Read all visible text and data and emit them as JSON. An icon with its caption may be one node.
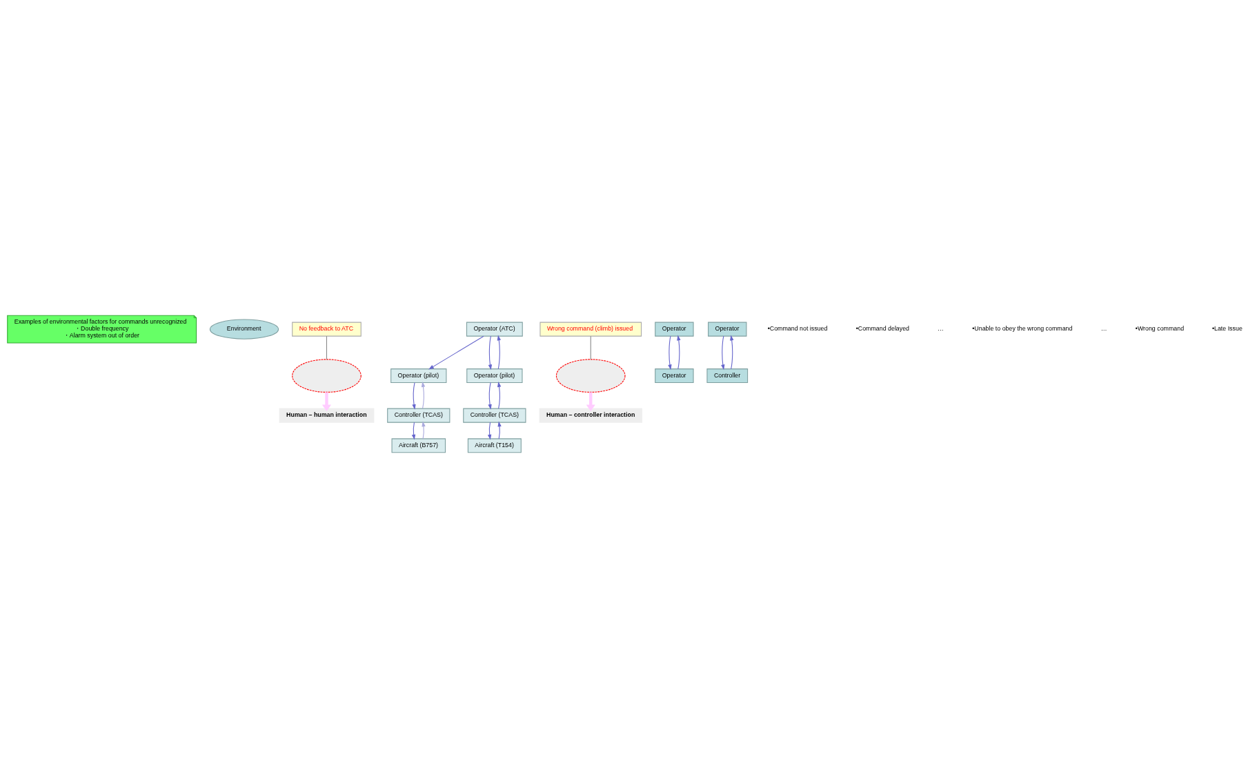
{
  "diagram": {
    "nodes": [
      {
        "text": [
          "Examples of environmental factors for commands unrecognized",
          "・Double frequency",
          "・Alarm system out of order"
        ]
      },
      {
        "text": [
          "Environment"
        ]
      },
      {
        "text": [
          "No feedback to ATC"
        ]
      },
      {
        "text": [],
        "shape": "ellipse"
      },
      {
        "text": [
          "Operator (ATC)"
        ]
      },
      {
        "text": [
          "Operator (pilot)"
        ]
      },
      {
        "text": [
          "Operator (pilot)"
        ]
      },
      {
        "text": [],
        "shape": "ellipse"
      },
      {
        "text": [
          "Controller (TCAS)"
        ]
      },
      {
        "text": [
          "Controller (TCAS)"
        ]
      },
      {
        "text": [
          "Aircraft (B757)"
        ]
      },
      {
        "text": [
          "Aircraft (T154)"
        ]
      },
      {
        "text": [
          "Wrong command (climb) issued"
        ]
      },
      {
        "text": [
          "Human – human interaction"
        ]
      },
      {
        "text": [
          "Operator"
        ]
      },
      {
        "text": [
          "Operator"
        ]
      },
      {
        "text": [
          "Human – controller interaction"
        ]
      },
      {
        "text": [
          "Operator"
        ]
      },
      {
        "text": [
          "Controller"
        ]
      }
    ],
    "edges": [
      {
        "from": 4,
        "to": 5,
        "arrow": "to"
      },
      {
        "from": 4,
        "to": 6,
        "arrow": "to"
      },
      {
        "from": 6,
        "to": 4,
        "arrow": "to"
      },
      {
        "from": 9,
        "to": 6,
        "arrow": "to"
      },
      {
        "from": 11,
        "to": 9,
        "arrow": "to"
      },
      {
        "from": 5,
        "to": 8,
        "arrow": "to"
      },
      {
        "from": 8,
        "to": 10,
        "arrow": "to"
      },
      {
        "from": 6,
        "to": 9,
        "arrow": "to"
      },
      {
        "from": 9,
        "to": 11,
        "arrow": "to"
      },
      {
        "from": 8,
        "to": 5,
        "arrow": "to",
        "color": "#aaaadd"
      },
      {
        "from": 10,
        "to": 8,
        "arrow": "to",
        "color": "#aaaadd"
      },
      {
        "from": 14,
        "to": 15,
        "arrow": "to"
      },
      {
        "from": 15,
        "to": 14,
        "arrow": "to"
      },
      {
        "from": 17,
        "to": 18,
        "arrow": "to"
      },
      {
        "from": 18,
        "to": 17,
        "arrow": "to"
      },
      {
        "from": 2,
        "to": 3,
        "arrow": "none",
        "color": "#888888"
      },
      {
        "from": 12,
        "to": 7,
        "arrow": "none",
        "color": "#888888"
      },
      {
        "from": 3,
        "to": 13,
        "arrow": "to",
        "style": "thick",
        "color": "#ffccff"
      },
      {
        "from": 7,
        "to": 16,
        "arrow": "to",
        "style": "thick",
        "color": "#ffccff"
      }
    ],
    "labels": [
      "•Command not issued",
      "•Command delayed",
      "…",
      "•Unable to obey the wrong command",
      "…",
      "•Wrong command",
      "•Late Issue"
    ]
  }
}
